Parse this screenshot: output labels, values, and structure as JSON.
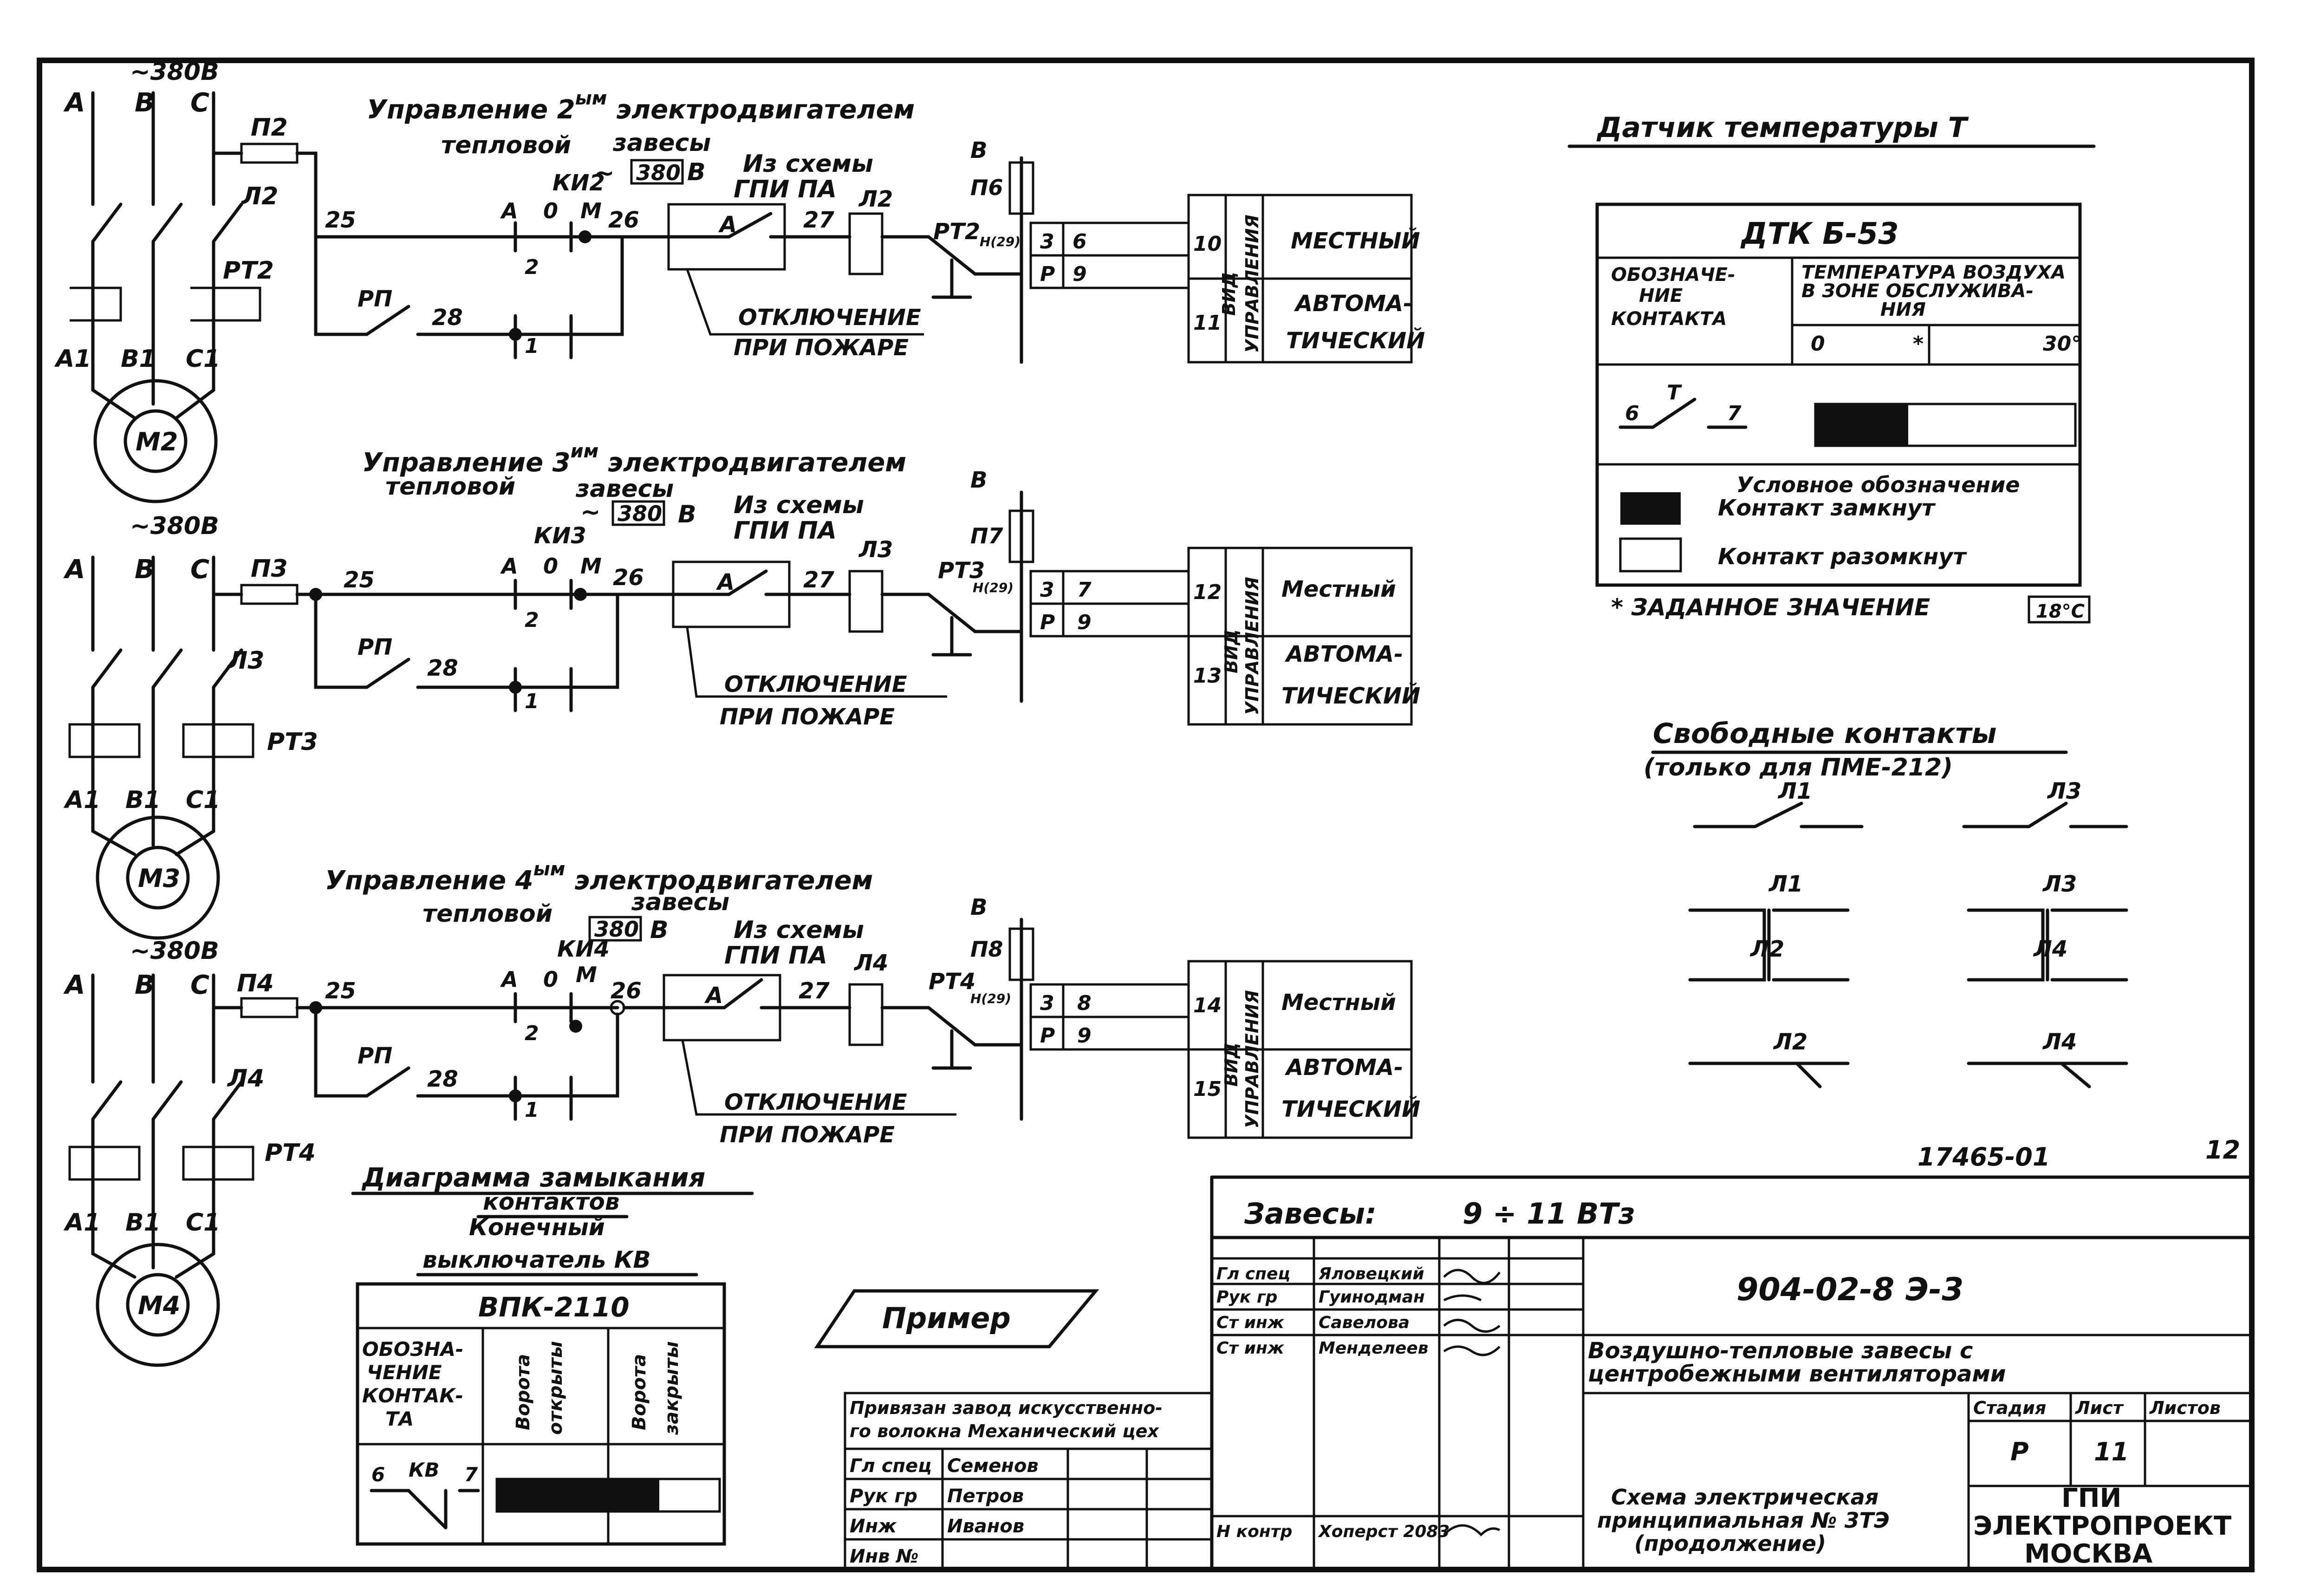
{
  "texts": {
    "v380_1": "~380В",
    "v380_2": "~380В",
    "v380_3": "~380В",
    "A": "А",
    "B": "В",
    "C": "С",
    "A1": "А1",
    "B1": "В1",
    "C1": "С1",
    "M2": "М2",
    "M3": "М3",
    "M4": "М4",
    "P2": "П2",
    "P3": "П3",
    "P4": "П4",
    "L2": "Л2",
    "L3": "Л3",
    "L4": "Л4",
    "RT2": "РТ2",
    "RT3": "РТ3",
    "RT4": "РТ4",
    "title2_a": "Управление",
    "title2_b": "2",
    "title2_sup": "ым",
    "title2_c": "электродвигателем",
    "title3_a": "Управление",
    "title3_b": "3",
    "title3_sup": "им",
    "title3_c": "электродвигателем",
    "title4_a": "Управление",
    "title4_b": "4",
    "title4_sup": "ым",
    "title4_c": "электродвигателем",
    "teplovoy": "тепловой",
    "teplovoy3": "тепловой",
    "zavesy": "завесы",
    "zavesy3": "завесы",
    "tilde": "~",
    "v380box": "380",
    "vB": "В",
    "iz_skhemy": "Из схемы",
    "gpi_pa": "ГПИ ПА",
    "n25": "25",
    "n26": "26",
    "n27": "27",
    "n28": "28",
    "ki2": "КИ2",
    "ki3": "КИ3",
    "ki4": "КИ4",
    "a": "А",
    "o": "0",
    "m": "М",
    "one": "1",
    "two": "2",
    "rp": "РП",
    "contA": "А",
    "l2": "Л2",
    "l3": "Л3",
    "l4": "Л4",
    "rt2": "РТ2",
    "rt3": "РТ3",
    "rt4": "РТ4",
    "h29": "Н(29)",
    "p6": "П6",
    "p7": "П7",
    "p8": "П8",
    "bus_v": "В",
    "otkl": "ОТКЛЮЧЕНИЕ",
    "pri_pozh": "ПРИ ПОЖАРЕ",
    "t_3": "3",
    "t_R": "Р",
    "t_6": "6",
    "t_7": "7",
    "t_8": "8",
    "t_9": "9",
    "n10": "10",
    "n11": "11",
    "n12": "12",
    "n13": "13",
    "n14": "14",
    "n15": "15",
    "vid": "ВИД",
    "upravleniya": "УПРАВЛЕНИЯ",
    "mestny": "МЕСТНЫЙ",
    "mestny3": "Местный",
    "mestny4": "Местный",
    "avtoma": "АВТОМА-",
    "avtoma3": "АВТОМА-",
    "avtoma4": "АВТОМА-",
    "tichesky": "ТИЧЕСКИЙ",
    "sensor_title": "Датчик   температуры   Т",
    "dtk": "ДТК Б-53",
    "oboz1": "ОБОЗНАЧЕ-",
    "oboz2": "НИЕ",
    "oboz3": "КОНТАКТА",
    "temp1": "ТЕМПЕРАТУРА ВОЗДУХА",
    "temp2": "В ЗОНЕ ОБСЛУЖИВА-",
    "temp3": "НИЯ",
    "zero": "0",
    "star": "*",
    "thirty": "30°",
    "c6": "6",
    "c7": "7",
    "cT": "Т",
    "legend_title": "Условное обозначение",
    "kontakt_zamk": "Контакт   замкнут",
    "kontakt_razm": "Контакт   разомкнут",
    "zadannoe": "* ЗАДАННОЕ  ЗНАЧЕНИЕ",
    "t18": "18°С",
    "svob1": "Свободные   контакты",
    "svob2": "(только для  ПМЕ-212)",
    "sL1": "Л1",
    "sL2": "Л2",
    "sL3": "Л3",
    "sL4": "Л4",
    "diag1": "Диаграмма  замыкания",
    "diag2": "контактов",
    "diag3": "Конечный",
    "diag4": "выключатель  КВ",
    "vpk": "ВПК-2110",
    "vo1": "ОБОЗНА-",
    "vo2": "ЧЕНИЕ",
    "vo3": "КОНТАК-",
    "vo4": "ТА",
    "vorota1": "Ворота",
    "otkryty": "открыты",
    "vorota2": "Ворота",
    "zakryty": "закрыты",
    "kv": "КВ",
    "primer": "Пример",
    "docnum": "17465-01",
    "pagenum": "12",
    "zavesy_title": "Завесы:",
    "bt": "9 ÷ 11 ВТз",
    "privyazan1": "Привязан  завод искусственно-",
    "privyazan2": "го волокна Механический цех",
    "st_gl_spec": "Гл спец",
    "st_semenov": "Семенов",
    "st_ruk_gr": "Рук гр",
    "st_petrov": "Петров",
    "st_inzh": "Инж",
    "st_ivanov": "Иванов",
    "st_inv": "Инв №",
    "s_gl_spec": "Гл спец",
    "s_yal": "Яловецкий",
    "s_ruk_gr": "Рук гр",
    "s_gun": "Гуинодман",
    "s_st_inzh": "Ст инж",
    "s_sav": "Савелова",
    "s_st_inzh2": "Ст инж",
    "s_men": "Менделеев",
    "s_n_kontr": "Н контр",
    "s_hop": "Хоперст 2083",
    "code": "904-02-8    Э-3",
    "desc1": "Воздушно-тепловые завесы с",
    "desc2": "центробежными вентиляторами",
    "stadiya": "Стадия",
    "list": "Лист",
    "listov": "Листов",
    "stage_val": "Р",
    "list_val": "11",
    "sch1": "Схема электрическая",
    "sch2": "принципиальная № 3ТЭ",
    "sch3": "(продолжение)",
    "gpi": "ГПИ",
    "elektroproekt": "ЭЛЕКТРОПРОЕКТ",
    "moskva": "МОСКВА"
  }
}
